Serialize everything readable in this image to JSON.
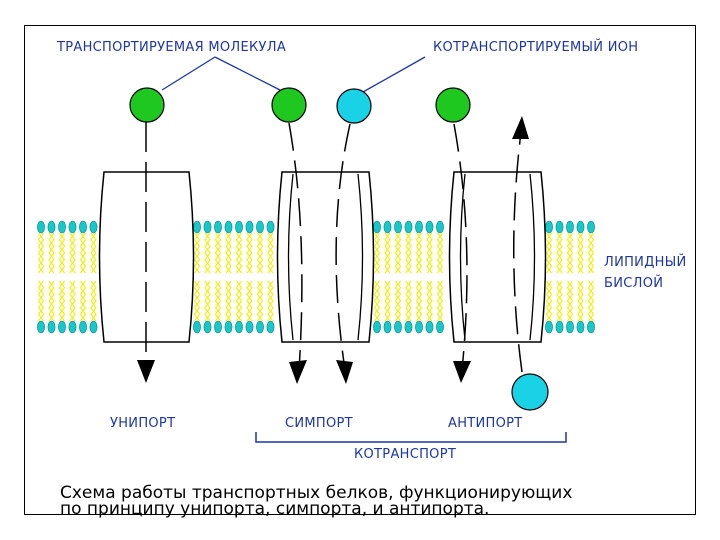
{
  "labels": {
    "transported_molecule": "ТРАНСПОРТИРУЕМАЯ МОЛЕКУЛА",
    "cotransported_ion": "КОТРАНСПОРТИРУЕМЫЙ ИОН",
    "lipid_bilayer_line1": "ЛИПИДНЫЙ",
    "lipid_bilayer_line2": "БИСЛОЙ",
    "uniport": "УНИПОРТ",
    "symport": "СИМПОРТ",
    "antiport": "АНТИПОРТ",
    "cotransport": "КОТРАНСПОРТ"
  },
  "caption": {
    "line1": "Схема работы транспортных белков, функционирующих",
    "line2": "по принципу унипорта, симпорта, и антипорта."
  },
  "colors": {
    "label_text": "#1c35a8",
    "molecule": "#1ec81e",
    "ion": "#19d2e6",
    "lipid_head": "#17c8c8",
    "lipid_tail": "#f0f000",
    "outline": "#000000"
  }
}
